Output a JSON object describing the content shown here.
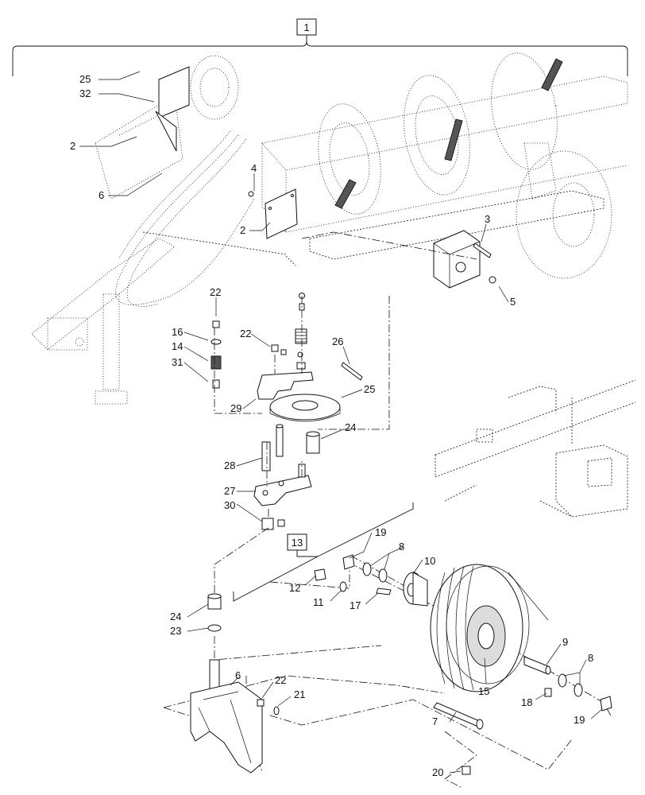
{
  "assembly_boxes": [
    {
      "id": "box-1",
      "label": "1"
    },
    {
      "id": "box-13",
      "label": "13"
    }
  ],
  "callouts": [
    {
      "id": "c25a",
      "text": "25"
    },
    {
      "id": "c32",
      "text": "32"
    },
    {
      "id": "c2a",
      "text": "2"
    },
    {
      "id": "c6a",
      "text": "6"
    },
    {
      "id": "c4",
      "text": "4"
    },
    {
      "id": "c2b",
      "text": "2"
    },
    {
      "id": "c3",
      "text": "3"
    },
    {
      "id": "c5",
      "text": "5"
    },
    {
      "id": "c22a",
      "text": "22"
    },
    {
      "id": "c16",
      "text": "16"
    },
    {
      "id": "c14",
      "text": "14"
    },
    {
      "id": "c31",
      "text": "31"
    },
    {
      "id": "c22b",
      "text": "22"
    },
    {
      "id": "c26",
      "text": "26"
    },
    {
      "id": "c25b",
      "text": "25"
    },
    {
      "id": "c29",
      "text": "29"
    },
    {
      "id": "c24a",
      "text": "24"
    },
    {
      "id": "c28",
      "text": "28"
    },
    {
      "id": "c27",
      "text": "27"
    },
    {
      "id": "c30",
      "text": "30"
    },
    {
      "id": "c19a",
      "text": "19"
    },
    {
      "id": "c8a",
      "text": "8"
    },
    {
      "id": "c10",
      "text": "10"
    },
    {
      "id": "c12",
      "text": "12"
    },
    {
      "id": "c11",
      "text": "11"
    },
    {
      "id": "c17",
      "text": "17"
    },
    {
      "id": "c24b",
      "text": "24"
    },
    {
      "id": "c23",
      "text": "23"
    },
    {
      "id": "c9",
      "text": "9"
    },
    {
      "id": "c8b",
      "text": "8"
    },
    {
      "id": "c6b",
      "text": "6"
    },
    {
      "id": "c22c",
      "text": "22"
    },
    {
      "id": "c21",
      "text": "21"
    },
    {
      "id": "c15",
      "text": "15"
    },
    {
      "id": "c18",
      "text": "18"
    },
    {
      "id": "c19b",
      "text": "19"
    },
    {
      "id": "c7",
      "text": "7"
    },
    {
      "id": "c20",
      "text": "20"
    }
  ]
}
